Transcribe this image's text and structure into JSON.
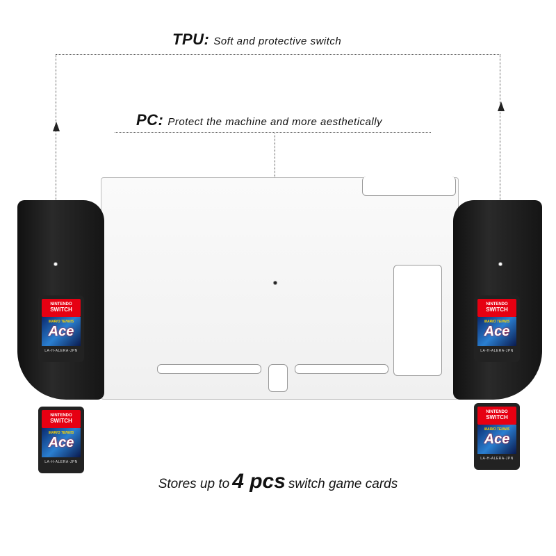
{
  "tpu": {
    "label": "TPU:",
    "text": "Soft and protective switch"
  },
  "pc": {
    "label": "PC:",
    "text": "Protect the machine and more aesthetically"
  },
  "card": {
    "brand_top": "NINTENDO",
    "brand": "SWITCH",
    "series": "MARIO TENNIS",
    "game": "Ace",
    "code": "LA-H-ALERA-JPN"
  },
  "caption": {
    "pre": "Stores up to",
    "highlight": "4 pcs",
    "post": "switch game cards"
  }
}
